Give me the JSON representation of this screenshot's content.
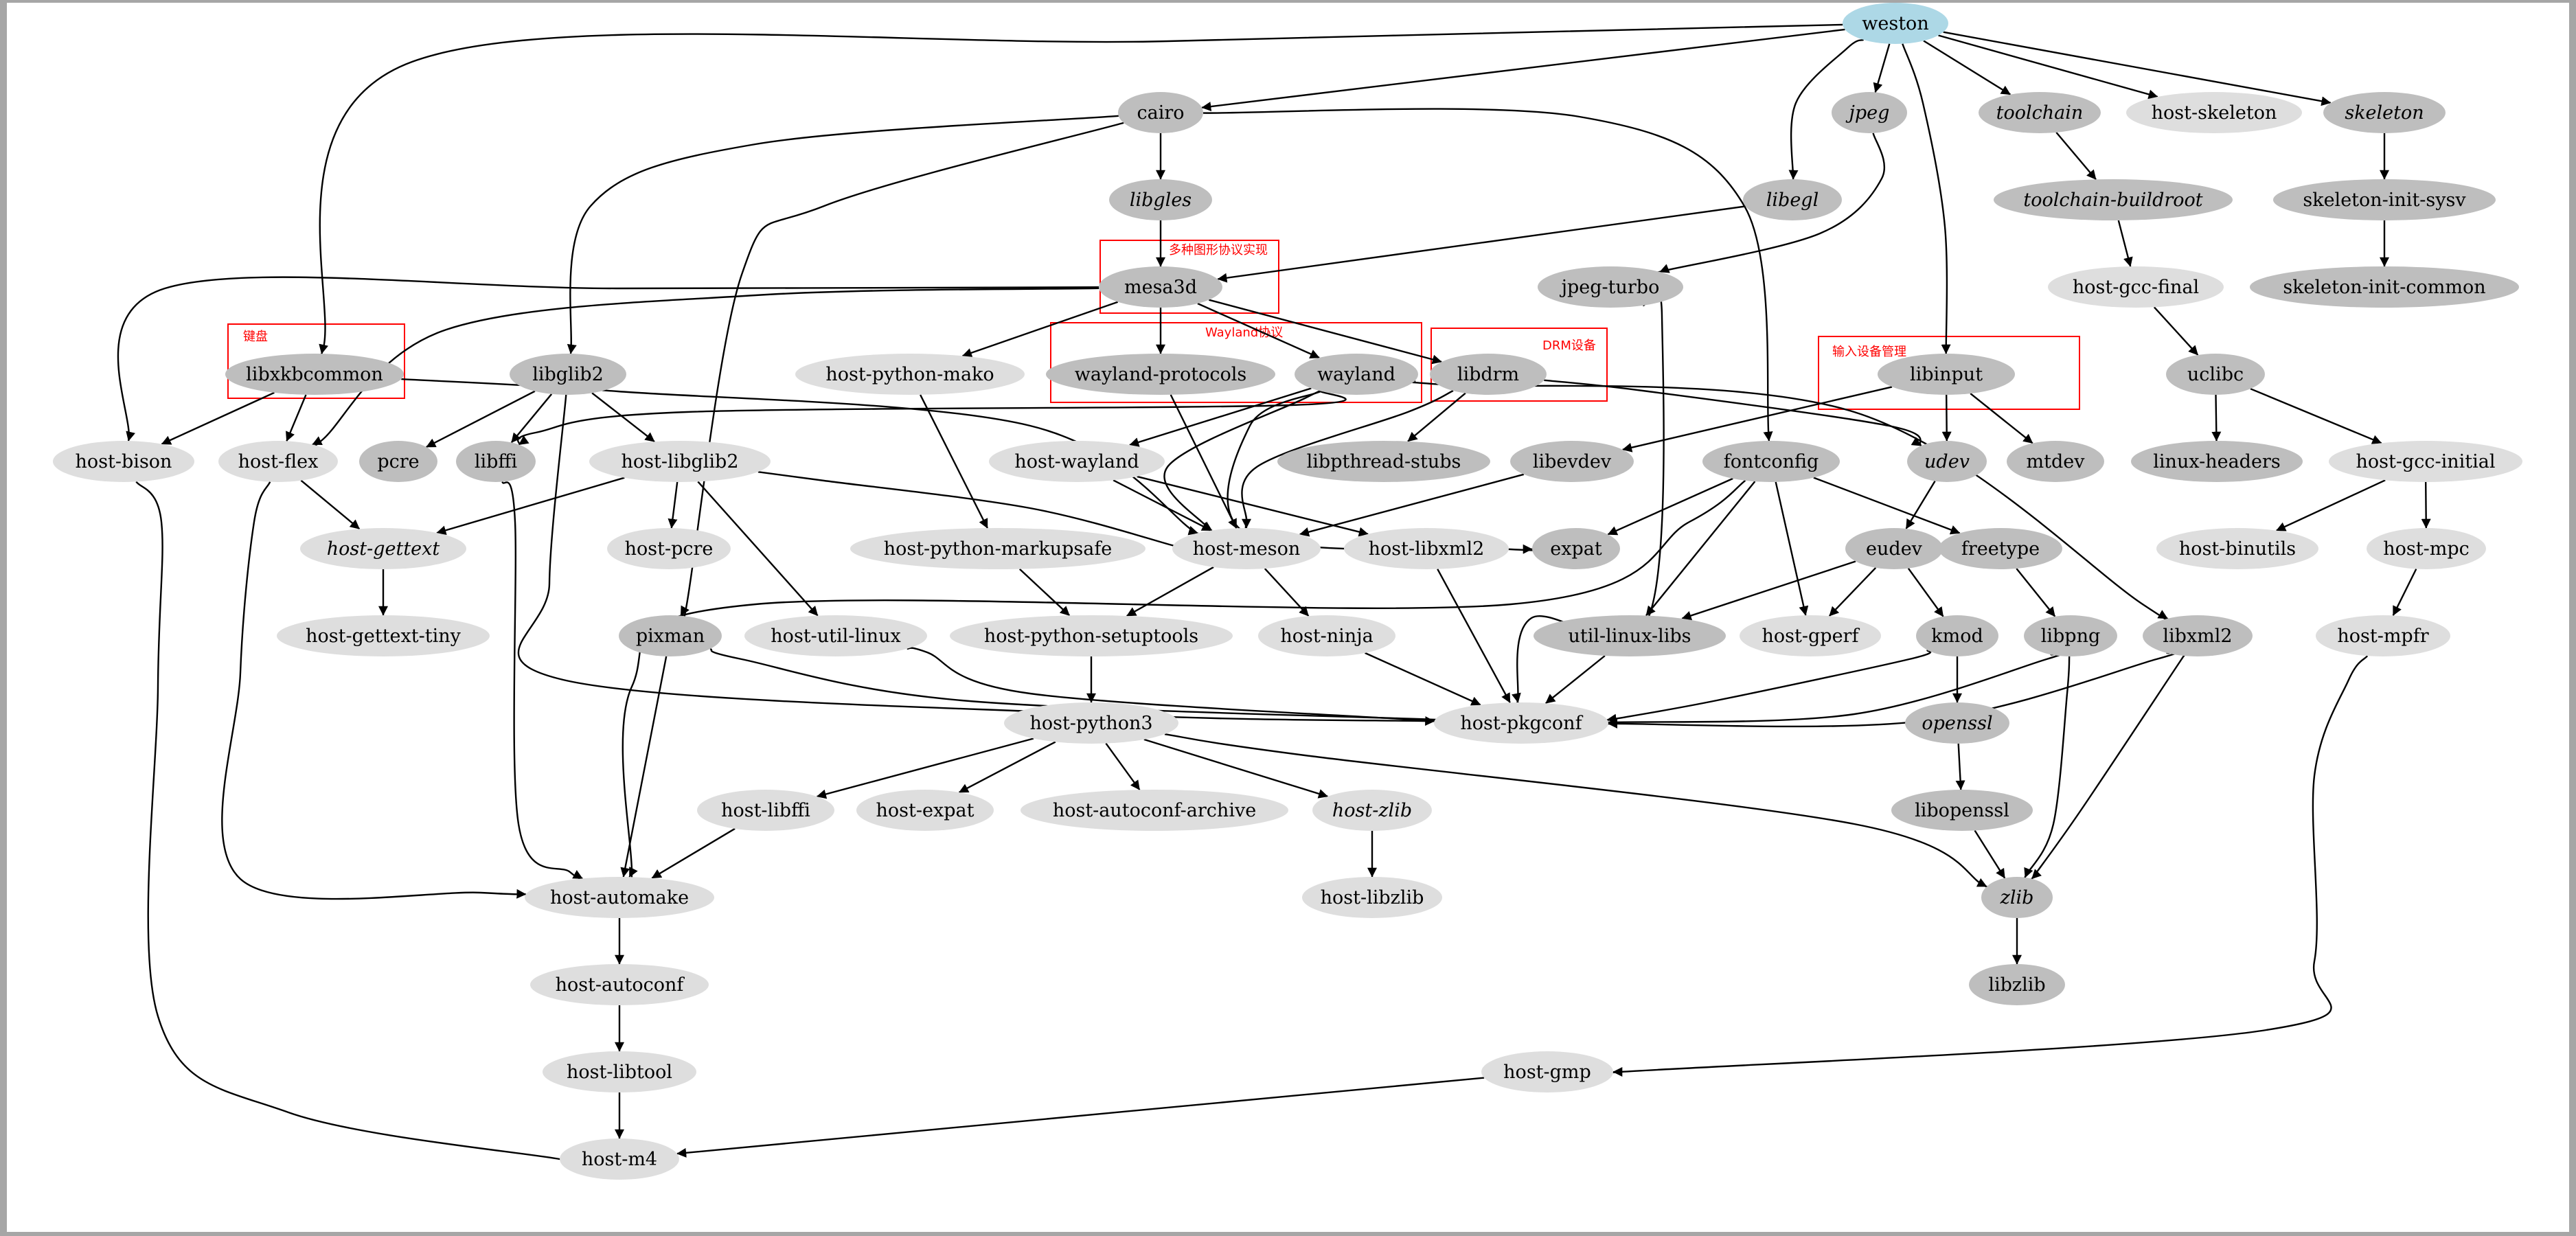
{
  "colors": {
    "root": "#add8e6",
    "dark": "#bebebe",
    "light": "#dedede",
    "cluster": "#ff0000"
  },
  "clusters": [
    {
      "id": "c_mesa",
      "label": "多种图形协议实现"
    },
    {
      "id": "c_key",
      "label": "键盘"
    },
    {
      "id": "c_wayland",
      "label": "Wayland协议"
    },
    {
      "id": "c_drm",
      "label": "DRM设备"
    },
    {
      "id": "c_input",
      "label": "输入设备管理"
    }
  ],
  "nodes": [
    {
      "id": "weston",
      "label": "weston",
      "fill": "root"
    },
    {
      "id": "cairo",
      "label": "cairo",
      "fill": "dark"
    },
    {
      "id": "jpeg",
      "label": "jpeg",
      "fill": "dark",
      "italic": true
    },
    {
      "id": "toolchain",
      "label": "toolchain",
      "fill": "dark",
      "italic": true
    },
    {
      "id": "host-skeleton",
      "label": "host-skeleton",
      "fill": "light"
    },
    {
      "id": "skeleton",
      "label": "skeleton",
      "fill": "dark",
      "italic": true
    },
    {
      "id": "libgles",
      "label": "libgles",
      "fill": "dark",
      "italic": true
    },
    {
      "id": "libegl",
      "label": "libegl",
      "fill": "dark",
      "italic": true
    },
    {
      "id": "toolchain-buildroot",
      "label": "toolchain-buildroot",
      "fill": "dark",
      "italic": true
    },
    {
      "id": "skeleton-init-sysv",
      "label": "skeleton-init-sysv",
      "fill": "dark"
    },
    {
      "id": "mesa3d",
      "label": "mesa3d",
      "fill": "dark"
    },
    {
      "id": "jpeg-turbo",
      "label": "jpeg-turbo",
      "fill": "dark"
    },
    {
      "id": "host-gcc-final",
      "label": "host-gcc-final",
      "fill": "light"
    },
    {
      "id": "skeleton-init-common",
      "label": "skeleton-init-common",
      "fill": "dark"
    },
    {
      "id": "libxkbcommon",
      "label": "libxkbcommon",
      "fill": "dark"
    },
    {
      "id": "libglib2",
      "label": "libglib2",
      "fill": "dark"
    },
    {
      "id": "host-python-mako",
      "label": "host-python-mako",
      "fill": "light"
    },
    {
      "id": "wayland-protocols",
      "label": "wayland-protocols",
      "fill": "dark"
    },
    {
      "id": "wayland",
      "label": "wayland",
      "fill": "dark"
    },
    {
      "id": "libdrm",
      "label": "libdrm",
      "fill": "dark"
    },
    {
      "id": "libinput",
      "label": "libinput",
      "fill": "dark"
    },
    {
      "id": "uclibc",
      "label": "uclibc",
      "fill": "dark"
    },
    {
      "id": "host-bison",
      "label": "host-bison",
      "fill": "light"
    },
    {
      "id": "host-flex",
      "label": "host-flex",
      "fill": "light"
    },
    {
      "id": "pcre",
      "label": "pcre",
      "fill": "dark"
    },
    {
      "id": "libffi",
      "label": "libffi",
      "fill": "dark"
    },
    {
      "id": "host-libglib2",
      "label": "host-libglib2",
      "fill": "light"
    },
    {
      "id": "host-wayland",
      "label": "host-wayland",
      "fill": "light"
    },
    {
      "id": "libpthread-stubs",
      "label": "libpthread-stubs",
      "fill": "dark"
    },
    {
      "id": "libevdev",
      "label": "libevdev",
      "fill": "dark"
    },
    {
      "id": "fontconfig",
      "label": "fontconfig",
      "fill": "dark"
    },
    {
      "id": "udev",
      "label": "udev",
      "fill": "dark",
      "italic": true
    },
    {
      "id": "mtdev",
      "label": "mtdev",
      "fill": "dark"
    },
    {
      "id": "linux-headers",
      "label": "linux-headers",
      "fill": "dark"
    },
    {
      "id": "host-gcc-initial",
      "label": "host-gcc-initial",
      "fill": "light"
    },
    {
      "id": "host-gettext",
      "label": "host-gettext",
      "fill": "light",
      "italic": true
    },
    {
      "id": "host-pcre",
      "label": "host-pcre",
      "fill": "light"
    },
    {
      "id": "host-python-markupsafe",
      "label": "host-python-markupsafe",
      "fill": "light"
    },
    {
      "id": "host-meson",
      "label": "host-meson",
      "fill": "light"
    },
    {
      "id": "host-libxml2",
      "label": "host-libxml2",
      "fill": "light"
    },
    {
      "id": "expat",
      "label": "expat",
      "fill": "dark"
    },
    {
      "id": "eudev",
      "label": "eudev",
      "fill": "dark"
    },
    {
      "id": "freetype",
      "label": "freetype",
      "fill": "dark"
    },
    {
      "id": "host-binutils",
      "label": "host-binutils",
      "fill": "light"
    },
    {
      "id": "host-mpc",
      "label": "host-mpc",
      "fill": "light"
    },
    {
      "id": "host-gettext-tiny",
      "label": "host-gettext-tiny",
      "fill": "light"
    },
    {
      "id": "pixman",
      "label": "pixman",
      "fill": "dark"
    },
    {
      "id": "host-util-linux",
      "label": "host-util-linux",
      "fill": "light"
    },
    {
      "id": "host-python-setuptools",
      "label": "host-python-setuptools",
      "fill": "light"
    },
    {
      "id": "host-ninja",
      "label": "host-ninja",
      "fill": "light"
    },
    {
      "id": "util-linux-libs",
      "label": "util-linux-libs",
      "fill": "dark"
    },
    {
      "id": "host-gperf",
      "label": "host-gperf",
      "fill": "light"
    },
    {
      "id": "kmod",
      "label": "kmod",
      "fill": "dark"
    },
    {
      "id": "libpng",
      "label": "libpng",
      "fill": "dark"
    },
    {
      "id": "libxml2",
      "label": "libxml2",
      "fill": "dark"
    },
    {
      "id": "host-mpfr",
      "label": "host-mpfr",
      "fill": "light"
    },
    {
      "id": "host-python3",
      "label": "host-python3",
      "fill": "light"
    },
    {
      "id": "host-pkgconf",
      "label": "host-pkgconf",
      "fill": "light"
    },
    {
      "id": "openssl",
      "label": "openssl",
      "fill": "dark",
      "italic": true
    },
    {
      "id": "host-libffi",
      "label": "host-libffi",
      "fill": "light"
    },
    {
      "id": "host-expat",
      "label": "host-expat",
      "fill": "light"
    },
    {
      "id": "host-autoconf-archive",
      "label": "host-autoconf-archive",
      "fill": "light"
    },
    {
      "id": "host-zlib",
      "label": "host-zlib",
      "fill": "light",
      "italic": true
    },
    {
      "id": "libopenssl",
      "label": "libopenssl",
      "fill": "dark"
    },
    {
      "id": "host-automake",
      "label": "host-automake",
      "fill": "light"
    },
    {
      "id": "host-libzlib",
      "label": "host-libzlib",
      "fill": "light"
    },
    {
      "id": "zlib",
      "label": "zlib",
      "fill": "dark",
      "italic": true
    },
    {
      "id": "host-autoconf",
      "label": "host-autoconf",
      "fill": "light"
    },
    {
      "id": "libzlib",
      "label": "libzlib",
      "fill": "dark"
    },
    {
      "id": "host-libtool",
      "label": "host-libtool",
      "fill": "light"
    },
    {
      "id": "host-gmp",
      "label": "host-gmp",
      "fill": "light"
    },
    {
      "id": "host-m4",
      "label": "host-m4",
      "fill": "light"
    }
  ],
  "edges": [
    [
      "weston",
      "cairo"
    ],
    [
      "weston",
      "jpeg"
    ],
    [
      "weston",
      "toolchain"
    ],
    [
      "weston",
      "host-skeleton"
    ],
    [
      "weston",
      "skeleton"
    ],
    [
      "weston",
      "libegl"
    ],
    [
      "weston",
      "libinput"
    ],
    [
      "weston",
      "libxkbcommon"
    ],
    [
      "cairo",
      "libgles"
    ],
    [
      "cairo",
      "libglib2"
    ],
    [
      "cairo",
      "pixman"
    ],
    [
      "cairo",
      "fontconfig"
    ],
    [
      "jpeg",
      "jpeg-turbo"
    ],
    [
      "toolchain",
      "toolchain-buildroot"
    ],
    [
      "toolchain-buildroot",
      "host-gcc-final"
    ],
    [
      "skeleton",
      "skeleton-init-sysv"
    ],
    [
      "skeleton-init-sysv",
      "skeleton-init-common"
    ],
    [
      "libgles",
      "mesa3d"
    ],
    [
      "libegl",
      "mesa3d"
    ],
    [
      "mesa3d",
      "host-python-mako"
    ],
    [
      "mesa3d",
      "wayland-protocols"
    ],
    [
      "mesa3d",
      "wayland"
    ],
    [
      "mesa3d",
      "libdrm"
    ],
    [
      "mesa3d",
      "host-bison"
    ],
    [
      "mesa3d",
      "host-flex"
    ],
    [
      "host-gcc-final",
      "uclibc"
    ],
    [
      "uclibc",
      "linux-headers"
    ],
    [
      "uclibc",
      "host-gcc-initial"
    ],
    [
      "host-gcc-initial",
      "host-binutils"
    ],
    [
      "host-gcc-initial",
      "host-mpc"
    ],
    [
      "host-mpc",
      "host-mpfr"
    ],
    [
      "host-mpfr",
      "host-gmp"
    ],
    [
      "libxkbcommon",
      "host-bison"
    ],
    [
      "libxkbcommon",
      "host-flex"
    ],
    [
      "libxkbcommon",
      "host-meson"
    ],
    [
      "libglib2",
      "pcre"
    ],
    [
      "libglib2",
      "libffi"
    ],
    [
      "libglib2",
      "host-libglib2"
    ],
    [
      "libglib2",
      "host-pkgconf"
    ],
    [
      "host-python-mako",
      "host-python-markupsafe"
    ],
    [
      "wayland-protocols",
      "host-meson"
    ],
    [
      "wayland",
      "libffi"
    ],
    [
      "wayland",
      "host-wayland"
    ],
    [
      "wayland",
      "expat"
    ],
    [
      "wayland",
      "host-meson"
    ],
    [
      "wayland",
      "libxml2"
    ],
    [
      "libdrm",
      "libpthread-stubs"
    ],
    [
      "libdrm",
      "host-meson"
    ],
    [
      "libdrm",
      "udev"
    ],
    [
      "libinput",
      "libevdev"
    ],
    [
      "libinput",
      "udev"
    ],
    [
      "libinput",
      "mtdev"
    ],
    [
      "host-bison",
      "host-m4"
    ],
    [
      "host-flex",
      "host-gettext"
    ],
    [
      "host-flex",
      "host-automake"
    ],
    [
      "libffi",
      "host-automake"
    ],
    [
      "host-libglib2",
      "host-gettext"
    ],
    [
      "host-libglib2",
      "host-pcre"
    ],
    [
      "host-libglib2",
      "host-util-linux"
    ],
    [
      "host-libglib2",
      "host-meson"
    ],
    [
      "host-wayland",
      "host-meson"
    ],
    [
      "host-wayland",
      "host-libxml2"
    ],
    [
      "libevdev",
      "host-meson"
    ],
    [
      "fontconfig",
      "expat"
    ],
    [
      "fontconfig",
      "freetype"
    ],
    [
      "fontconfig",
      "util-linux-libs"
    ],
    [
      "fontconfig",
      "host-gperf"
    ],
    [
      "fontconfig",
      "host-automake"
    ],
    [
      "udev",
      "eudev"
    ],
    [
      "host-gettext",
      "host-gettext-tiny"
    ],
    [
      "host-python-markupsafe",
      "host-python-setuptools"
    ],
    [
      "host-meson",
      "host-python-setuptools"
    ],
    [
      "host-meson",
      "host-ninja"
    ],
    [
      "host-libxml2",
      "host-pkgconf"
    ],
    [
      "eudev",
      "util-linux-libs"
    ],
    [
      "eudev",
      "host-gperf"
    ],
    [
      "eudev",
      "kmod"
    ],
    [
      "freetype",
      "libpng"
    ],
    [
      "pixman",
      "host-automake"
    ],
    [
      "pixman",
      "host-pkgconf"
    ],
    [
      "host-util-linux",
      "host-pkgconf"
    ],
    [
      "host-python-setuptools",
      "host-python3"
    ],
    [
      "host-ninja",
      "host-pkgconf"
    ],
    [
      "util-linux-libs",
      "host-pkgconf"
    ],
    [
      "kmod",
      "openssl"
    ],
    [
      "kmod",
      "host-pkgconf"
    ],
    [
      "libpng",
      "host-pkgconf"
    ],
    [
      "libpng",
      "zlib"
    ],
    [
      "libxml2",
      "host-pkgconf"
    ],
    [
      "libxml2",
      "zlib"
    ],
    [
      "host-python3",
      "host-libffi"
    ],
    [
      "host-python3",
      "host-expat"
    ],
    [
      "host-python3",
      "host-autoconf-archive"
    ],
    [
      "host-python3",
      "host-zlib"
    ],
    [
      "host-python3",
      "zlib"
    ],
    [
      "jpeg-turbo",
      "host-pkgconf"
    ],
    [
      "openssl",
      "libopenssl"
    ],
    [
      "libopenssl",
      "zlib"
    ],
    [
      "host-libffi",
      "host-automake"
    ],
    [
      "host-zlib",
      "host-libzlib"
    ],
    [
      "host-automake",
      "host-autoconf"
    ],
    [
      "host-autoconf",
      "host-libtool"
    ],
    [
      "host-libtool",
      "host-m4"
    ],
    [
      "zlib",
      "libzlib"
    ],
    [
      "host-gmp",
      "host-m4"
    ]
  ]
}
